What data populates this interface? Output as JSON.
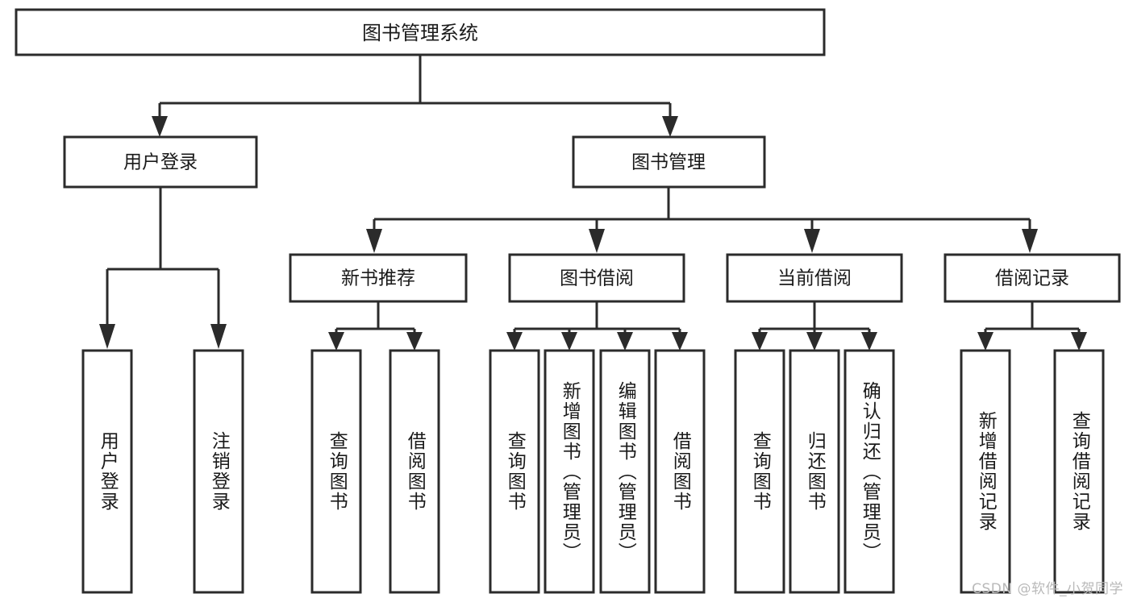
{
  "diagram": {
    "type": "hierarchy-tree",
    "title": "图书管理系统",
    "root": {
      "label": "图书管理系统"
    },
    "level2": [
      {
        "id": "user-login",
        "label": "用户登录"
      },
      {
        "id": "book-management",
        "label": "图书管理"
      }
    ],
    "level3": [
      {
        "id": "new-book-recommend",
        "label": "新书推荐",
        "parent": "book-management"
      },
      {
        "id": "book-borrow",
        "label": "图书借阅",
        "parent": "book-management"
      },
      {
        "id": "current-borrow",
        "label": "当前借阅",
        "parent": "book-management"
      },
      {
        "id": "borrow-record",
        "label": "借阅记录",
        "parent": "book-management"
      }
    ],
    "leaves": {
      "user-login": [
        {
          "id": "leaf-user-login",
          "label": "用户登录"
        },
        {
          "id": "leaf-logout",
          "label": "注销登录"
        }
      ],
      "new-book-recommend": [
        {
          "id": "leaf-query-book-1",
          "label": "查询图书"
        },
        {
          "id": "leaf-borrow-book-1",
          "label": "借阅图书"
        }
      ],
      "book-borrow": [
        {
          "id": "leaf-query-book-2",
          "label": "查询图书"
        },
        {
          "id": "leaf-add-book",
          "label": "新增图书（管理员）"
        },
        {
          "id": "leaf-edit-book",
          "label": "编辑图书（管理员）"
        },
        {
          "id": "leaf-borrow-book-2",
          "label": "借阅图书"
        }
      ],
      "current-borrow": [
        {
          "id": "leaf-query-book-3",
          "label": "查询图书"
        },
        {
          "id": "leaf-return-book",
          "label": "归还图书"
        },
        {
          "id": "leaf-confirm-return",
          "label": "确认归还（管理员）"
        }
      ],
      "borrow-record": [
        {
          "id": "leaf-add-record",
          "label": "新增借阅记录"
        },
        {
          "id": "leaf-query-record",
          "label": "查询借阅记录"
        }
      ]
    }
  },
  "watermark": {
    "text": "CSDN @软件_小贺同学"
  },
  "colors": {
    "stroke": "#2b2b2b",
    "fill": "#ffffff",
    "text": "#1a1a1a",
    "watermark": "#b9b9b9"
  }
}
